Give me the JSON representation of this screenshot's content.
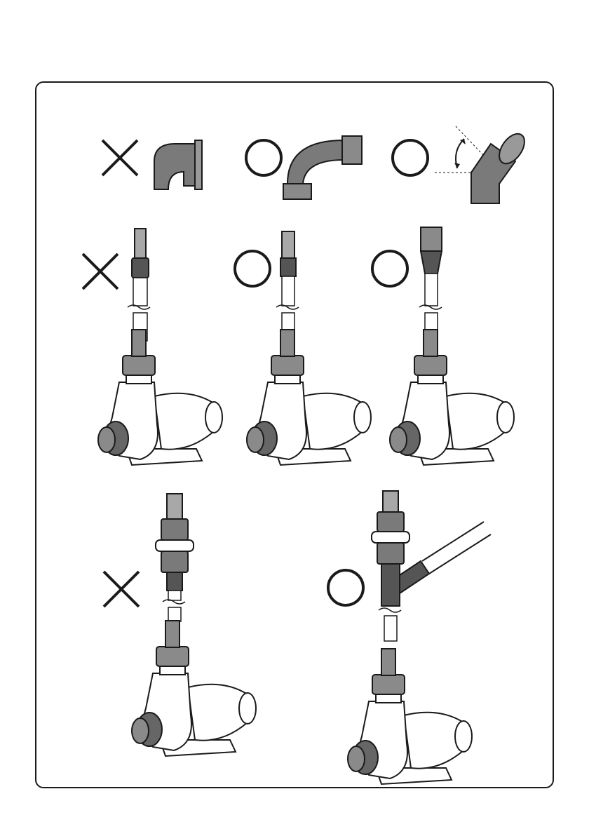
{
  "colors": {
    "line": "#1a1a1a",
    "fitting_fill": "#7a7a7a",
    "tube_fill": "#a8a8a8",
    "dark_fill": "#555555",
    "paper": "#ffffff"
  },
  "icons": {
    "wrong": "cross-mark-icon",
    "correct": "circle-mark-icon",
    "angle": "double-arrow-angle-icon"
  },
  "figures": {
    "fittings_row": [
      "elbow-90-wrong",
      "sweep-bend-correct",
      "elbow-45-correct"
    ],
    "pumps_row": [
      "reducer-small-wrong",
      "reducer-correct",
      "cone-adapter-correct"
    ],
    "bottom_row": [
      "union-valve-wrong",
      "tee-branch-correct"
    ]
  }
}
